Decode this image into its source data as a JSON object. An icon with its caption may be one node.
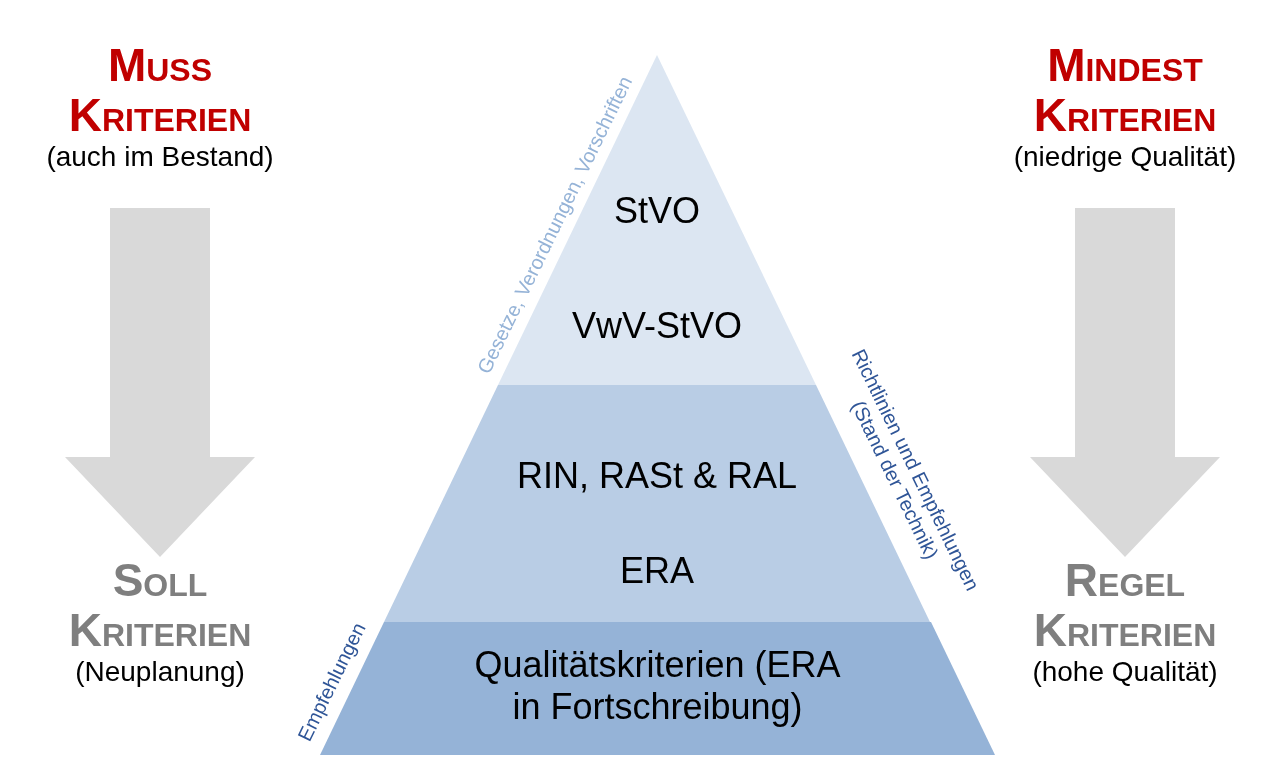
{
  "diagram": {
    "nodes": [
      {
        "text": [
          "Muss Kriterien",
          "(auch im Bestand)"
        ]
      },
      {
        "text": [
          "Soll Kriterien",
          "(Neuplanung)"
        ]
      },
      {
        "text": [
          "Mindest Kriterien",
          "(niedrige Qualität)"
        ]
      },
      {
        "text": [
          "Regel Kriterien",
          "(hohe Qualität)"
        ]
      },
      {
        "text": [
          "StVO",
          "VwV-StVO"
        ],
        "beside": [
          "Gesetze, Verordnungen, Vorschriften"
        ]
      },
      {
        "text": [
          "RIN, RASt & RAL",
          "ERA"
        ],
        "beside": [
          "Richtlinien und Empfehlungen (Stand der Technik)"
        ]
      },
      {
        "text": [
          "Qualitätskriterien (ERA in Fortschreibung)"
        ],
        "beside": [
          "Empfehlungen"
        ]
      }
    ],
    "edges": [
      {
        "from": 0,
        "to": 1,
        "arrow": "to",
        "style": "thick",
        "color": "#d9d9d9"
      },
      {
        "from": 2,
        "to": 3,
        "arrow": "to",
        "style": "thick",
        "color": "#d9d9d9"
      }
    ]
  }
}
